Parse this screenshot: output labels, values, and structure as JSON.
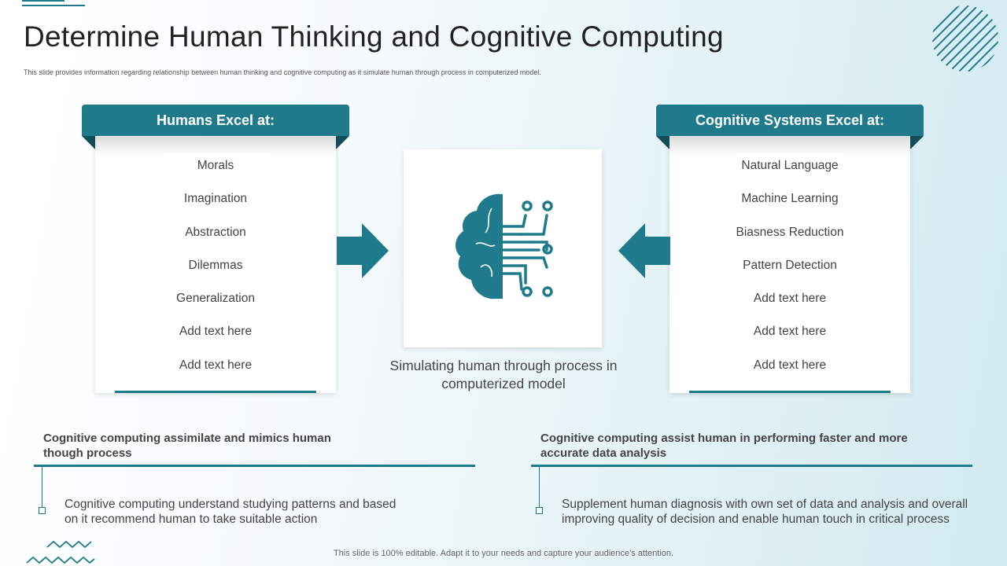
{
  "slide": {
    "title": "Determine Human Thinking and Cognitive Computing",
    "subtitle": "This slide provides information regarding relationship between human thinking and cognitive computing as it simulate human through process in computerized model.",
    "footer": "This slide is 100% editable. Adapt it to your needs and capture your audience’s attention."
  },
  "left_panel": {
    "header": "Humans Excel at:",
    "items": [
      "Morals",
      "Imagination",
      "Abstraction",
      "Dilemmas",
      "Generalization",
      "Add text here",
      "Add text here"
    ]
  },
  "right_panel": {
    "header": "Cognitive Systems Excel at:",
    "items": [
      "Natural Language",
      "Machine Learning",
      "Biasness Reduction",
      "Pattern Detection",
      "Add text here",
      "Add text here",
      "Add text here"
    ]
  },
  "center": {
    "icon": "brain-circuit-icon",
    "caption_line1": "Simulating human through process in",
    "caption_line2": "computerized model"
  },
  "bottom_left": {
    "heading_line1": "Cognitive computing assimilate and mimics human",
    "heading_line2": "though process",
    "text_line1": "Cognitive computing understand studying patterns and based",
    "text_line2": "on it recommend human to take suitable action"
  },
  "bottom_right": {
    "heading_line1": "Cognitive computing assist human in performing faster and more",
    "heading_line2": "accurate data analysis",
    "text_line1": "Supplement human diagnosis with own set of data and analysis and overall",
    "text_line2": "improving quality of decision and enable human touch in critical process"
  },
  "colors": {
    "accent": "#1f7a8c",
    "accent_dark": "#134e5a"
  }
}
